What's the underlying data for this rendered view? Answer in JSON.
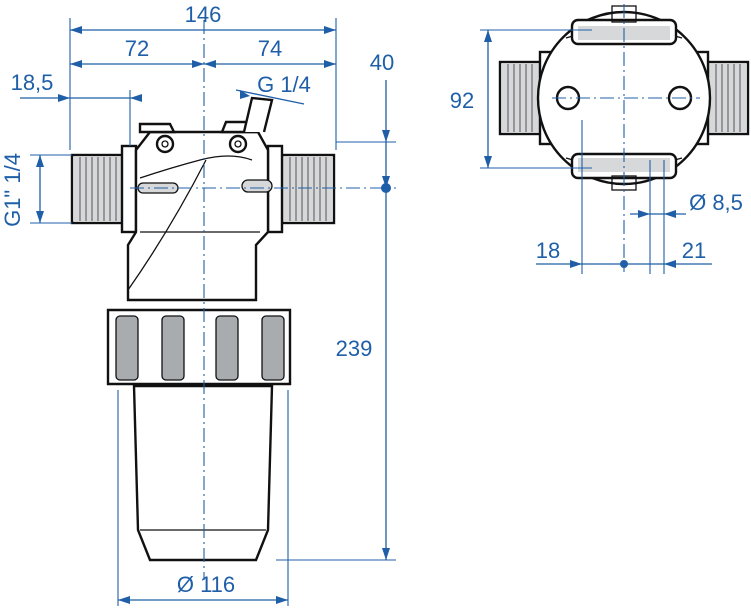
{
  "drawing": {
    "labels": {
      "overall_width": "146",
      "left_offset": "72",
      "right_offset": "74",
      "port_offset": "18,5",
      "port_thread": "G 1/4",
      "top_height": "40",
      "inlet_thread": "G1\" 1/4",
      "overall_height": "239",
      "bowl_diameter": "Ø 116",
      "side_height": "92",
      "mount_hole": "Ø 8,5",
      "hole_left": "18",
      "hole_right": "21"
    },
    "colors": {
      "dimension": "#1f5fa8",
      "outline": "#111111",
      "shade": "#d6d8da"
    }
  }
}
